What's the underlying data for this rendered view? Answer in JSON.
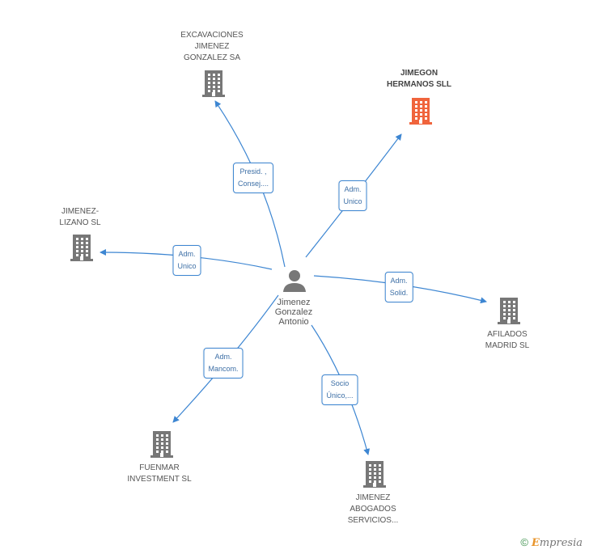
{
  "colors": {
    "edge": "#3d86d2",
    "building": "#777777",
    "highlight": "#f0643c",
    "person": "#777777"
  },
  "center": {
    "name": "Jimenez\nGonzalez\nAntonio",
    "icon": "person-icon"
  },
  "companies": [
    {
      "id": "excavaciones",
      "name": "EXCAVACIONES\nJIMENEZ\nGONZALEZ SA",
      "highlight": false,
      "relation": "Presid. ,\nConsej...."
    },
    {
      "id": "jimegon",
      "name": "JIMEGON\nHERMANOS SLL",
      "highlight": true,
      "relation": "Adm.\nUnico"
    },
    {
      "id": "jimenez-lizano",
      "name": "JIMENEZ-\nLIZANO SL",
      "highlight": false,
      "relation": "Adm.\nUnico"
    },
    {
      "id": "afilados",
      "name": "AFILADOS\nMADRID SL",
      "highlight": false,
      "relation": "Adm.\nSolid."
    },
    {
      "id": "fuenmar",
      "name": "FUENMAR\nINVESTMENT SL",
      "highlight": false,
      "relation": "Adm.\nMancom."
    },
    {
      "id": "jimenez-abogados",
      "name": "JIMENEZ\nABOGADOS\nSERVICIOS...",
      "highlight": false,
      "relation": "Socio\nÚnico,..."
    }
  ],
  "footer": {
    "copyright": "©",
    "brand_first": "E",
    "brand_rest": "mpresia"
  }
}
